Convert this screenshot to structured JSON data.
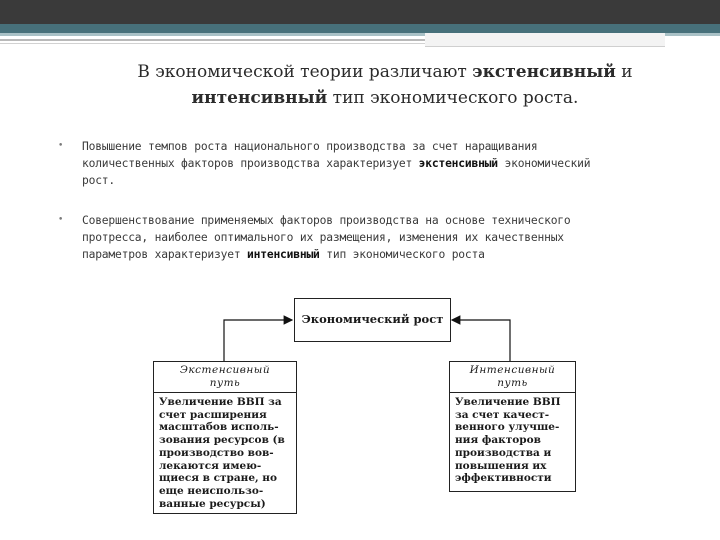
{
  "slide": {
    "title": {
      "line1_prefix": "В экономической теории различают ",
      "line1_bold": "экстенсивный",
      "line1_suffix": " и",
      "line2_bold": "интенсивный",
      "line2_suffix": " тип экономического роста."
    },
    "bullets": [
      {
        "marker": "•",
        "line1": "Повышение темпов роста национального производства за счет наращивания",
        "line2_prefix": "количественных факторов производства характеризует ",
        "line2_bold": "экстенсивный",
        "line2_suffix": " экономический",
        "line3": "рост."
      },
      {
        "marker": "•",
        "line1": "Совершенствование применяемых факторов производства на основе технического",
        "line2": "протресса, наиболее оптимального их размещения, изменения их качественных",
        "line3_prefix": "параметров характеризует ",
        "line3_bold": "интенсивный",
        "line3_suffix": " тип экономического роста"
      }
    ]
  },
  "diagram": {
    "center_label": "Экономический рост",
    "left": {
      "header_line1": "Экстенсивный",
      "header_line2": "путь",
      "body_lines": [
        "Увеличение ВВП за",
        "счет расширения",
        "масштабов исполь-",
        "зования ресурсов (в",
        "производство вов-",
        "лекаются имею-",
        "щиеся в стране, но",
        "еще неиспользо-",
        "ванные ресурсы)"
      ]
    },
    "right": {
      "header_line1": "Интенсивный",
      "header_line2": "путь",
      "body_lines": [
        "Увеличение ВВП",
        "за счет качест-",
        "венного улучше-",
        "ния факторов",
        "производства и",
        "повышения их",
        "эффективности"
      ]
    }
  },
  "colors": {
    "top_bar": "#3a3a3a",
    "accent_stripe": "#47707a",
    "light_stripe": "#a9c1c6"
  }
}
